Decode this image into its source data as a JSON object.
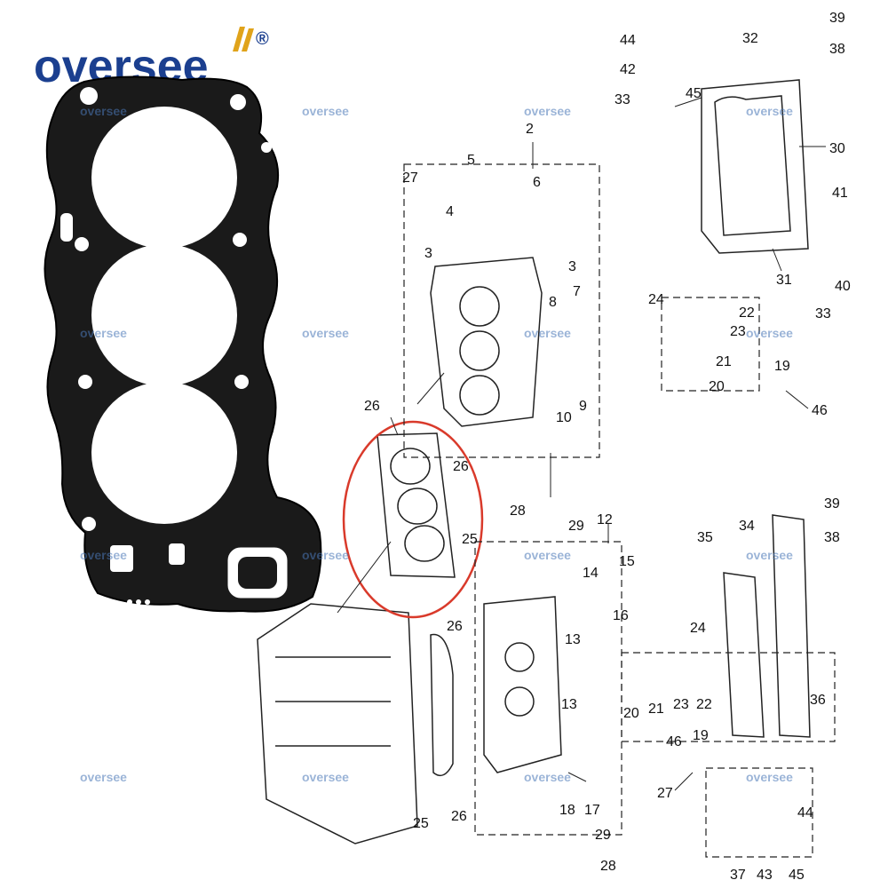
{
  "brand": {
    "name": "oversee",
    "registered_mark": "®"
  },
  "watermark": {
    "text": "oversee"
  },
  "callouts": {
    "c2": "2",
    "c3a": "3",
    "c3b": "3",
    "c4": "4",
    "c5": "5",
    "c6": "6",
    "c7": "7",
    "c8": "8",
    "c9": "9",
    "c10": "10",
    "c12": "12",
    "c13a": "13",
    "c13b": "13",
    "c14": "14",
    "c15": "15",
    "c16": "16",
    "c17": "17",
    "c18": "18",
    "c19a": "19",
    "c19b": "19",
    "c20a": "20",
    "c20b": "20",
    "c21a": "21",
    "c21b": "21",
    "c22a": "22",
    "c22b": "22",
    "c23a": "23",
    "c23b": "23",
    "c24a": "24",
    "c24b": "24",
    "c25a": "25",
    "c25b": "25",
    "c26a": "26",
    "c26b": "26",
    "c26c": "26",
    "c26d": "26",
    "c27a": "27",
    "c27b": "27",
    "c28a": "28",
    "c28b": "28",
    "c29a": "29",
    "c29b": "29",
    "c30": "30",
    "c31": "31",
    "c32": "32",
    "c33a": "33",
    "c33b": "33",
    "c34": "34",
    "c35": "35",
    "c36": "36",
    "c37": "37",
    "c38a": "38",
    "c38b": "38",
    "c39a": "39",
    "c39b": "39",
    "c40": "40",
    "c41": "41",
    "c42": "42",
    "c43": "43",
    "c44a": "44",
    "c44b": "44",
    "c45a": "45",
    "c45b": "45",
    "c46a": "46",
    "c46b": "46"
  },
  "colors": {
    "brand_blue": "#1b3f8f",
    "highlight_red": "#d93a2b",
    "gasket_black": "#1a1a1a",
    "brand_gold": "#e0a31a"
  }
}
